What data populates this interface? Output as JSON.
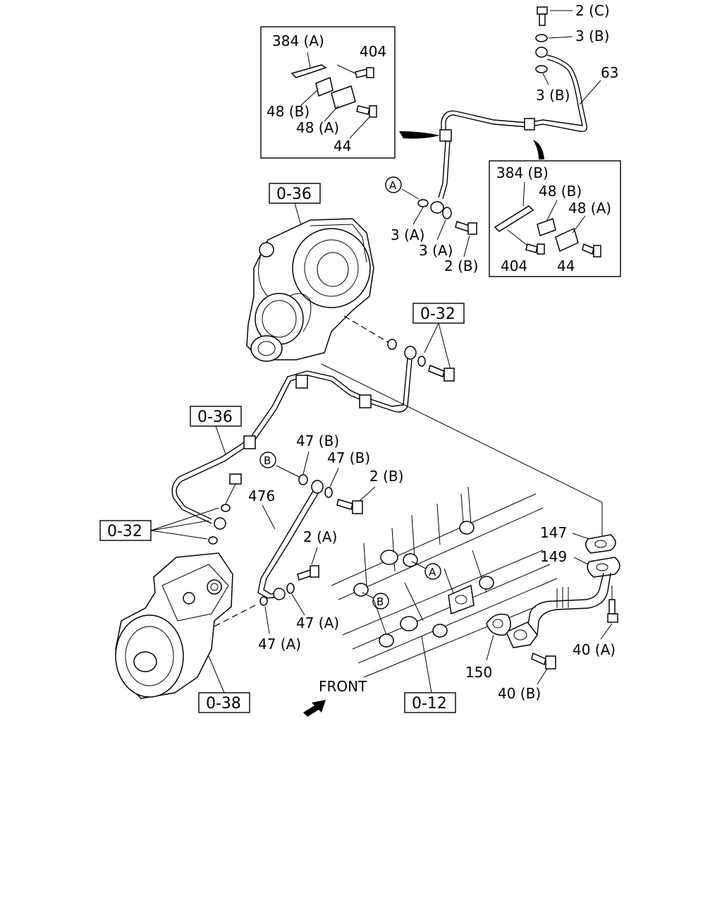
{
  "inset_a": {
    "labels": [
      "384 (A)",
      "404",
      "48 (B)",
      "48 (A)",
      "44"
    ]
  },
  "inset_b": {
    "labels": [
      "384 (B)",
      "48 (B)",
      "48 (A)",
      "404",
      "44"
    ]
  },
  "parts": {
    "top_bolt": "2 (C)",
    "top_washer": "3 (B)",
    "pipe_63": "63",
    "lower_washer_b": "3 (B)",
    "circle_a": "A",
    "washer_3a_1": "3 (A)",
    "washer_3a_2": "3 (A)",
    "bolt_2b_top": "2 (B)",
    "washer_47b_1": "47 (B)",
    "circle_b": "B",
    "washer_47b_2": "47 (B)",
    "bolt_2b_mid": "2 (B)",
    "pipe_476": "476",
    "bolt_2a": "2 (A)",
    "washer_47a_1": "47 (A)",
    "washer_47a_2": "47 (A)",
    "gasket_147": "147",
    "pipe_149": "149",
    "gasket_150": "150",
    "bolt_40a": "40 (A)",
    "bolt_40b": "40 (B)",
    "engine_circle_a": "A",
    "engine_circle_b": "B"
  },
  "references": {
    "turbo_top": "0-36",
    "turbo_right": "0-32",
    "pipe_left": "0-36",
    "compressor_left": "0-32",
    "compressor_bottom": "0-38",
    "engine_bottom": "0-12"
  },
  "front_label": "FRONT"
}
